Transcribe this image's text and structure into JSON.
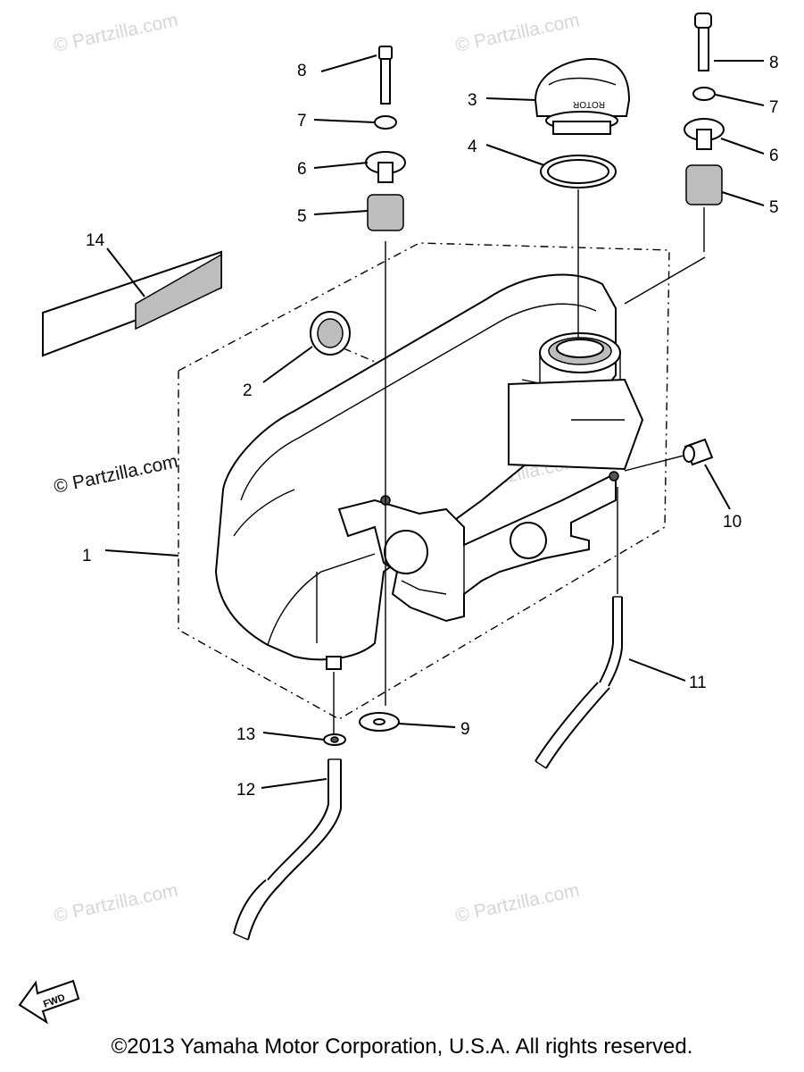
{
  "watermark": {
    "text": "© Partzilla.com"
  },
  "callouts": [
    "1",
    "2",
    "3",
    "4",
    "5",
    "6",
    "7",
    "8",
    "9",
    "10",
    "11",
    "12",
    "13",
    "14"
  ],
  "cap_text": "ROTOR",
  "fwd_label": "FWD",
  "copyright": "©2013 Yamaha Motor Corporation, U.S.A. All rights reserved."
}
